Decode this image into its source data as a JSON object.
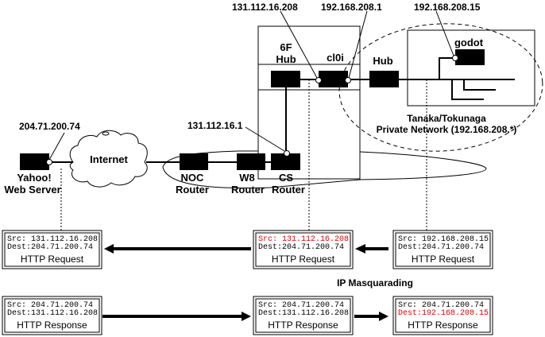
{
  "diagram": {
    "ip_labels": {
      "yahoo": "204.71.200.74",
      "cs_router": "131.112.16.1",
      "cl0i_external": "131.112.16.208",
      "cl0i_internal": "192.168.208.1",
      "godot": "192.168.208.15"
    },
    "nodes": {
      "yahoo_line1": "Yahoo!",
      "yahoo_line2": "Web Server",
      "internet": "Internet",
      "noc_line1": "NOC",
      "noc_line2": "Router",
      "w8_line1": "W8",
      "w8_line2": "Router",
      "cs_line1": "CS",
      "cs_line2": "Router",
      "hub6f_line1": "6F",
      "hub6f_line2": "Hub",
      "cl0i": "cl0i",
      "hub": "Hub",
      "godot": "godot"
    },
    "private_network": {
      "line1": "Tanaka/Tokunaga",
      "line2": "Private Network (192.168.208.*)"
    },
    "section_title": "IP Masquarading",
    "highlight_color": "#e00000",
    "packets": {
      "request": [
        {
          "src_label": "Src:",
          "src": "131.112.16.208",
          "dest_label": "Dest:",
          "dest": "204.71.200.74",
          "title": "HTTP Request",
          "src_highlight": false,
          "dest_highlight": false
        },
        {
          "src_label": "Src:",
          "src": "131.112.16.208",
          "dest_label": "Dest:",
          "dest": "204.71.200.74",
          "title": "HTTP Request",
          "src_highlight": true,
          "dest_highlight": false
        },
        {
          "src_label": "Src:",
          "src": "192.168.208.15",
          "dest_label": "Dest:",
          "dest": "204.71.200.74",
          "title": "HTTP Request",
          "src_highlight": false,
          "dest_highlight": false
        }
      ],
      "response": [
        {
          "src_label": "Src:",
          "src": "204.71.200.74",
          "dest_label": "Dest:",
          "dest": "131.112.16.208",
          "title": "HTTP Response",
          "src_highlight": false,
          "dest_highlight": false
        },
        {
          "src_label": "Src:",
          "src": "204.71.200.74",
          "dest_label": "Dest:",
          "dest": "131.112.16.208",
          "title": "HTTP Response",
          "src_highlight": false,
          "dest_highlight": false
        },
        {
          "src_label": "Src:",
          "src": "204.71.200.74",
          "dest_label": "Dest:",
          "dest": "192.168.208.15",
          "title": "HTTP Response",
          "src_highlight": false,
          "dest_highlight": true
        }
      ]
    }
  }
}
